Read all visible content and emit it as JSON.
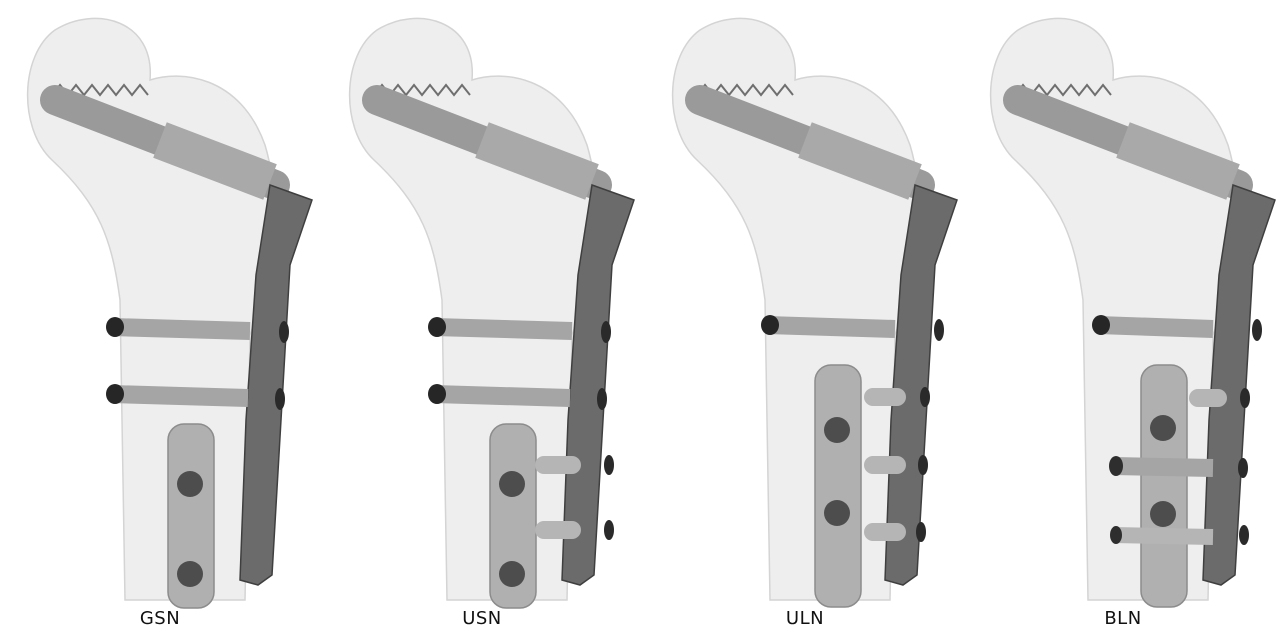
{
  "figure": {
    "panels": [
      {
        "label": "GSN"
      },
      {
        "label": "USN"
      },
      {
        "label": "ULN"
      },
      {
        "label": "BLN"
      }
    ]
  }
}
